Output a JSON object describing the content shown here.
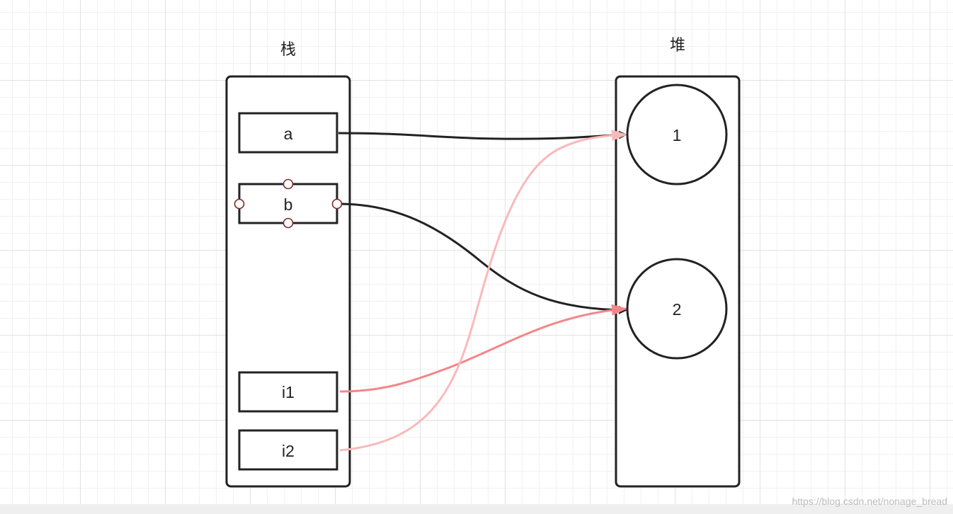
{
  "stack": {
    "title": "栈",
    "variables": [
      "a",
      "b",
      "i1",
      "i2"
    ]
  },
  "heap": {
    "title": "堆",
    "objects": [
      "1",
      "2"
    ]
  },
  "references": [
    {
      "from": "a",
      "to": "1",
      "color": "#222222"
    },
    {
      "from": "b",
      "to": "2",
      "color": "#222222"
    },
    {
      "from": "i1",
      "to": "2",
      "color": "#f4868a"
    },
    {
      "from": "i2",
      "to": "1",
      "color": "#f9b9bb"
    }
  ],
  "selected": "b",
  "colors": {
    "stroke": "#222222",
    "pink_strong": "#f4868a",
    "pink_light": "#f9b9bb",
    "handle": "#7a2a2a"
  },
  "watermark": "https://blog.csdn.net/nonage_bread"
}
